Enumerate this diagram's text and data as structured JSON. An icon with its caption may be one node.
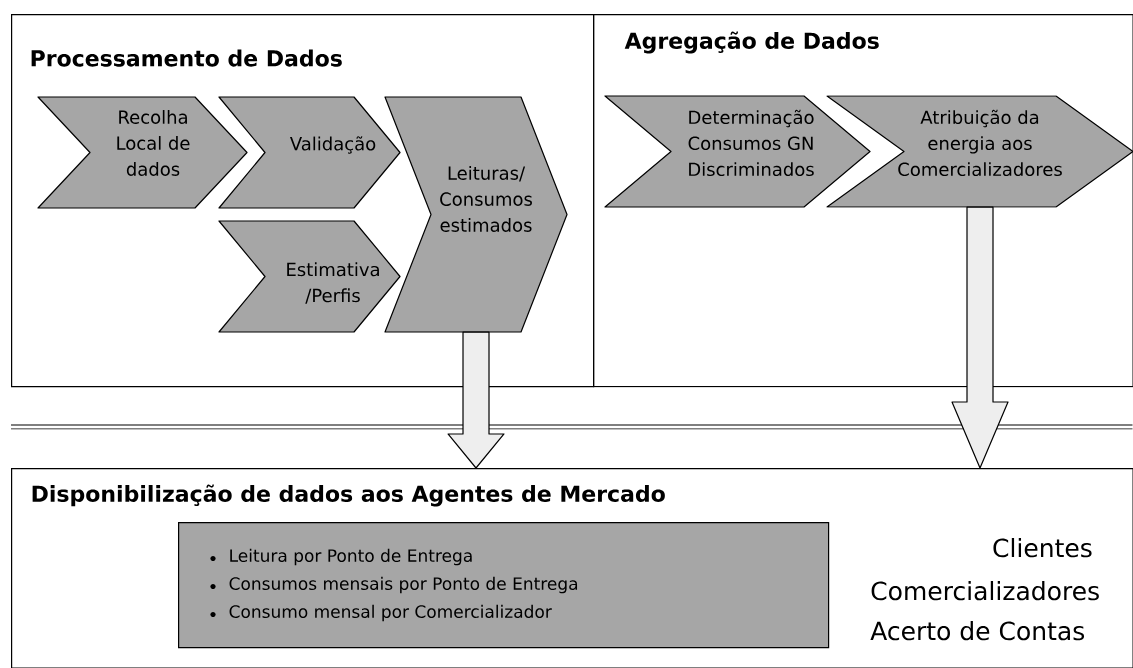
{
  "diagram": {
    "nodes": [
      {
        "text": [
          "Processamento de Dados"
        ]
      },
      {
        "text": [
          "Recolha Local de dados"
        ],
        "in": 0
      },
      {
        "text": [
          "Validação"
        ],
        "in": 0
      },
      {
        "text": [
          "Estimativa /Perfis"
        ],
        "in": 0
      },
      {
        "text": [
          "Leituras/ Consumos estimados"
        ],
        "in": 0
      },
      {
        "text": [
          "Agregação de Dados"
        ]
      },
      {
        "text": [
          "Determinação Consumos GN Discriminados"
        ],
        "in": 5
      },
      {
        "text": [
          "Atribuição da energia aos Comercializadores"
        ],
        "in": 5
      },
      {
        "text": [
          "Disponibilização de dados aos Agentes de Mercado"
        ]
      },
      {
        "text": [
          "Leitura por Ponto de Entrega",
          "Consumos mensais por Ponto de Entrega",
          "Consumo mensal por Comercializador"
        ],
        "in": 8
      }
    ],
    "edges": [
      {
        "from": 4,
        "to": 8,
        "arrow": "to"
      },
      {
        "from": 7,
        "to": 8,
        "arrow": "to"
      }
    ],
    "labels": [
      "Clientes",
      "Comercializadores",
      "Acerto de Contas"
    ]
  }
}
